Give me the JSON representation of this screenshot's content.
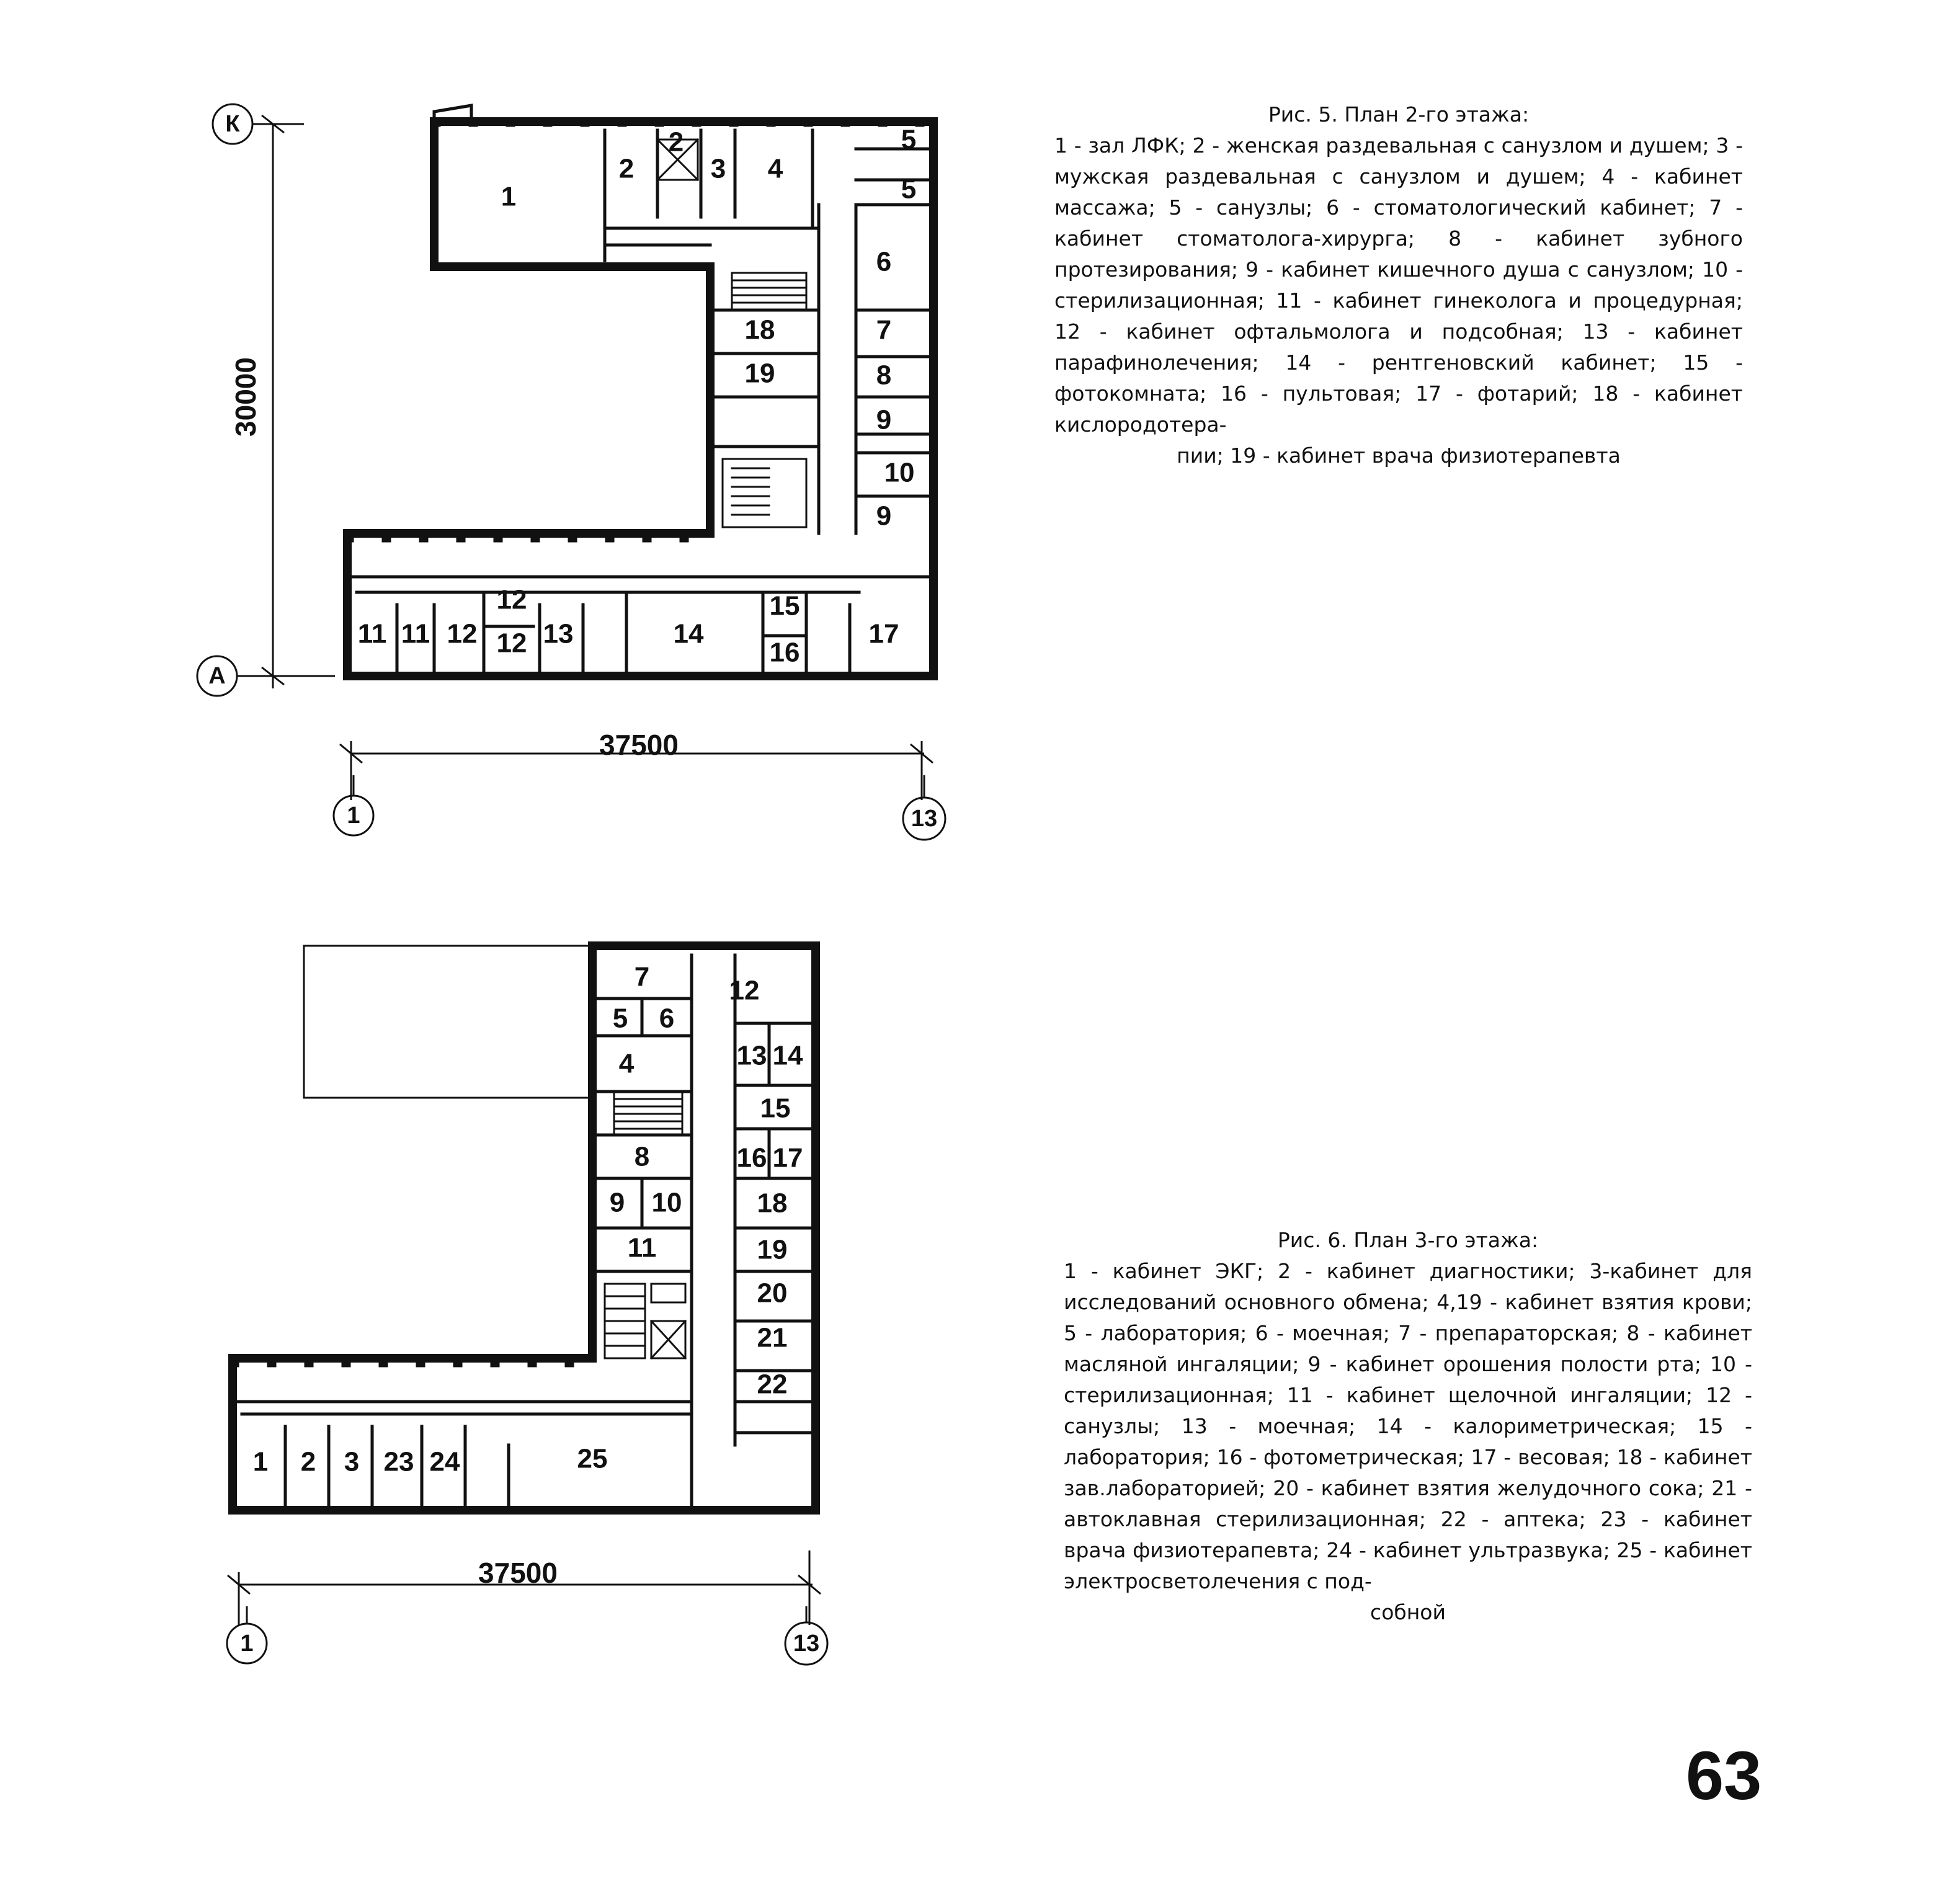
{
  "figure5": {
    "caption_title": "Рис. 5. План 2-го этажа:",
    "caption_body": "1 - зал ЛФК; 2 - женская раздевальная с санузлом и душем; 3 - мужская раздевальная с санузлом и душем; 4 - кабинет массажа; 5 - санузлы; 6 - стоматологический кабинет; 7 - кабинет стоматолога-хирурга; 8 - кабинет зубного протезирования; 9 - кабинет кишечного душа с санузлом; 10 - стерилизационная; 11 - кабинет гинеколога и процедурная; 12 - кабинет офтальмолога и подсобная; 13 - кабинет парафинолечения; 14 - рентгеновский кабинет; 15 - фотокомната; 16 - пультовая; 17 - фотарий; 18 - кабинет кислородотера-",
    "caption_end": "пии; 19 - кабинет врача физиотерапевта",
    "dim_width": "37500",
    "dim_height": "30000",
    "axis_top": "К",
    "axis_bottom": "А",
    "axis_left": "1",
    "axis_right": "13",
    "rooms": [
      "1",
      "2",
      "2",
      "3",
      "4",
      "5",
      "5",
      "6",
      "7",
      "8",
      "9",
      "10",
      "9",
      "18",
      "19",
      "11",
      "11",
      "12",
      "12",
      "12",
      "13",
      "14",
      "15",
      "16",
      "17"
    ]
  },
  "figure6": {
    "caption_title": "Рис. 6. План 3-го этажа:",
    "caption_body": "1 - кабинет ЭКГ; 2 - кабинет диагностики; 3-кабинет для исследований основного обмена; 4,19 - кабинет взятия крови; 5 - лаборатория; 6 - моечная; 7 - препараторская; 8 - кабинет масляной ингаляции; 9 - кабинет орошения полости рта; 10 - стерилизационная; 11 - кабинет щелочной ингаляции; 12 - санузлы; 13 - моечная; 14 - калориметрическая; 15 - лаборатория; 16 - фотометрическая; 17 - весовая; 18 - кабинет зав.лабораторией; 20 - кабинет взятия желудочного сока; 21 - автоклавная стерилизационная; 22 - аптека; 23 - кабинет врача физиотерапевта; 24 - кабинет ультразвука; 25 - кабинет электросветолечения с под-",
    "caption_end": "собной",
    "dim_width": "37500",
    "axis_left": "1",
    "axis_right": "13",
    "rooms": [
      "7",
      "5",
      "6",
      "4",
      "8",
      "9",
      "10",
      "11",
      "12",
      "13",
      "14",
      "15",
      "16",
      "17",
      "18",
      "19",
      "20",
      "21",
      "22",
      "1",
      "2",
      "3",
      "23",
      "24",
      "25"
    ]
  },
  "page_number": "63",
  "colors": {
    "ink": "#111111",
    "paper": "#ffffff"
  }
}
